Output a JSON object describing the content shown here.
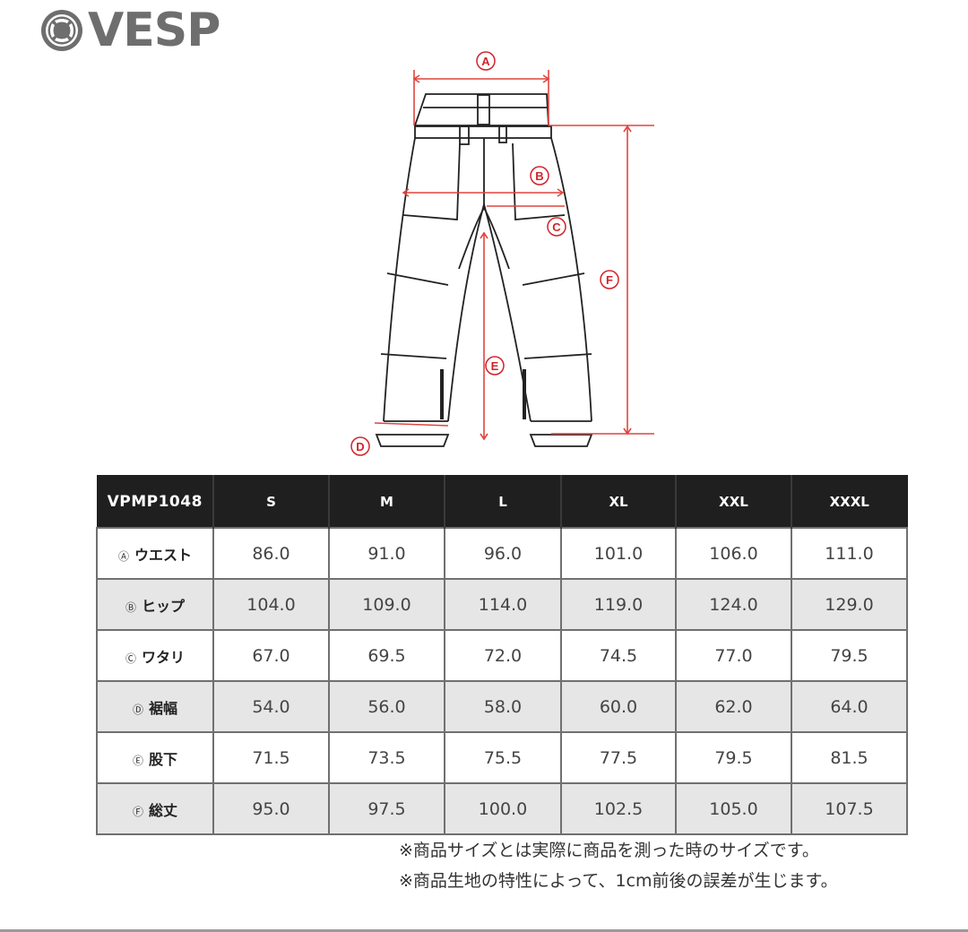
{
  "brand": {
    "logo_text": "VESP",
    "logo_color": "#6e6e6e"
  },
  "diagram": {
    "labels": [
      "A",
      "B",
      "C",
      "D",
      "E",
      "F"
    ],
    "line_color": "#e0453f",
    "label_color": "#d1232a"
  },
  "table": {
    "product_code": "VPMP1048",
    "sizes": [
      "S",
      "M",
      "L",
      "XL",
      "XXL",
      "XXXL"
    ],
    "rows": [
      {
        "marker": "Ⓐ",
        "name": "ウエスト",
        "values": [
          "86.0",
          "91.0",
          "96.0",
          "101.0",
          "106.0",
          "111.0"
        ]
      },
      {
        "marker": "Ⓑ",
        "name": "ヒップ",
        "values": [
          "104.0",
          "109.0",
          "114.0",
          "119.0",
          "124.0",
          "129.0"
        ]
      },
      {
        "marker": "Ⓒ",
        "name": "ワタリ",
        "values": [
          "67.0",
          "69.5",
          "72.0",
          "74.5",
          "77.0",
          "79.5"
        ]
      },
      {
        "marker": "Ⓓ",
        "name": "裾幅",
        "values": [
          "54.0",
          "56.0",
          "58.0",
          "60.0",
          "62.0",
          "64.0"
        ]
      },
      {
        "marker": "Ⓔ",
        "name": "股下",
        "values": [
          "71.5",
          "73.5",
          "75.5",
          "77.5",
          "79.5",
          "81.5"
        ]
      },
      {
        "marker": "Ⓕ",
        "name": "総丈",
        "values": [
          "95.0",
          "97.5",
          "100.0",
          "102.5",
          "105.0",
          "107.5"
        ]
      }
    ]
  },
  "notes": [
    "※商品サイズとは実際に商品を測った時のサイズです。",
    "※商品生地の特性によって、1cm前後の誤差が生じます。"
  ]
}
